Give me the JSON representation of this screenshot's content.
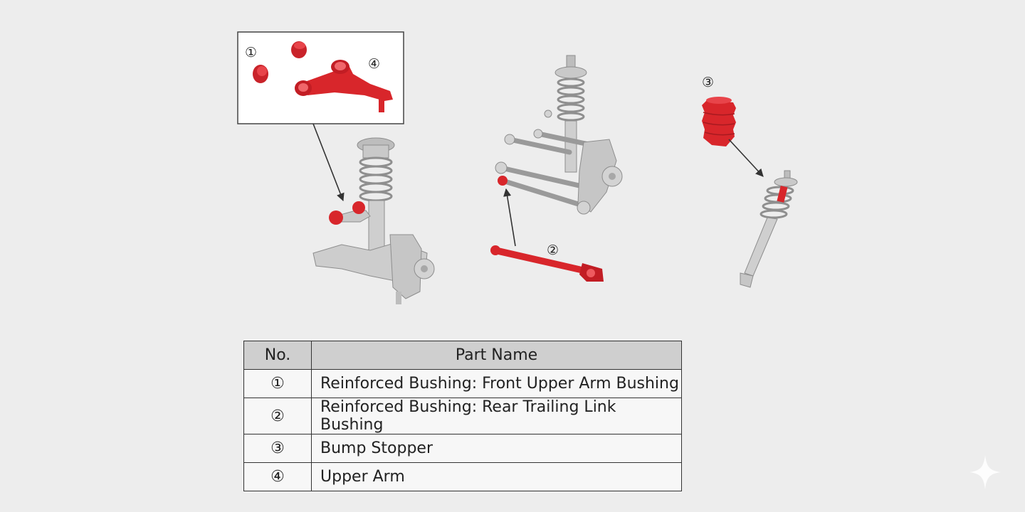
{
  "callouts": {
    "c1": "①",
    "c2": "②",
    "c3": "③",
    "c4": "④"
  },
  "table": {
    "headers": {
      "no": "No.",
      "name": "Part Name"
    },
    "rows": [
      {
        "no": "①",
        "name": "Reinforced Bushing: Front Upper Arm Bushing"
      },
      {
        "no": "②",
        "name": "Reinforced Bushing: Rear Trailing Link Bushing"
      },
      {
        "no": "③",
        "name": "Bump Stopper"
      },
      {
        "no": "④",
        "name": "Upper Arm"
      }
    ]
  },
  "colors": {
    "highlight": "#d8262b",
    "metal": "#c9c9c9",
    "background": "#ededed",
    "header_bg": "#cfcfcf"
  },
  "icons": [
    "sparkle-icon"
  ]
}
